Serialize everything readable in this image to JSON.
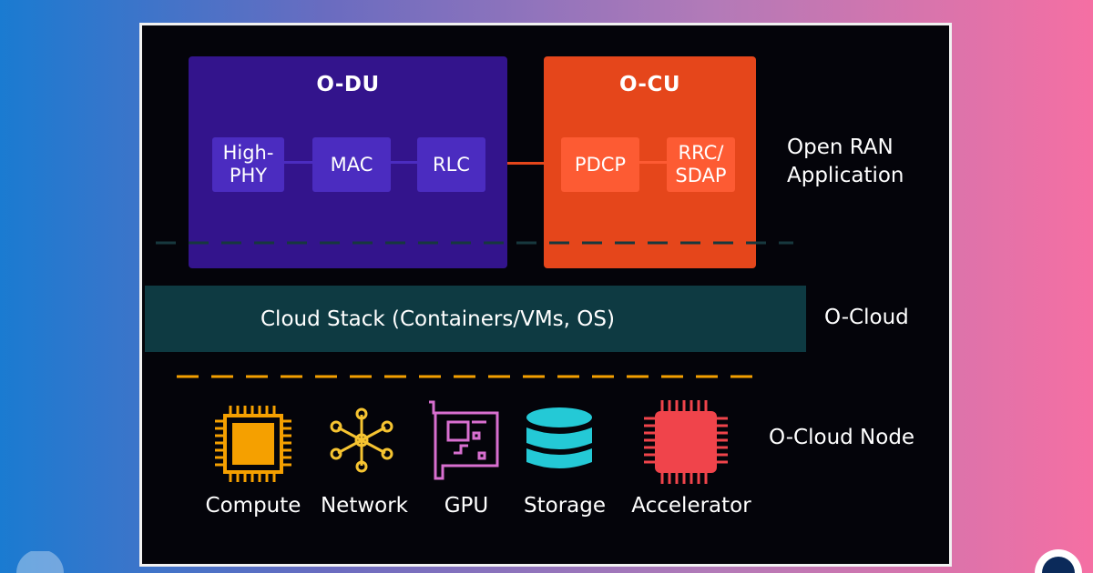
{
  "diagram": {
    "odu": {
      "title": "O-DU",
      "blocks": [
        "High-\nPHY",
        "MAC",
        "RLC"
      ]
    },
    "ocu": {
      "title": "O-CU",
      "blocks": [
        "PDCP",
        "RRC/\nSDAP"
      ]
    },
    "layers": {
      "application": "Open RAN\nApplication",
      "cloud": "O-Cloud",
      "node": "O-Cloud Node"
    },
    "cloud_stack": "Cloud Stack (Containers/VMs, OS)",
    "hardware": [
      {
        "label": "Compute",
        "icon": "cpu-chip-icon"
      },
      {
        "label": "Network",
        "icon": "network-nodes-icon"
      },
      {
        "label": "GPU",
        "icon": "gpu-card-icon"
      },
      {
        "label": "Storage",
        "icon": "database-stack-icon"
      },
      {
        "label": "Accelerator",
        "icon": "accelerator-chip-icon"
      }
    ],
    "colors": {
      "odu": "#33148c",
      "ocu": "#e5461b",
      "cloud_stack": "#0e3a42",
      "compute": "#f5a000",
      "network": "#f6c431",
      "gpu": "#d86fd0",
      "storage": "#24c9d6",
      "accelerator": "#f0444b"
    }
  }
}
